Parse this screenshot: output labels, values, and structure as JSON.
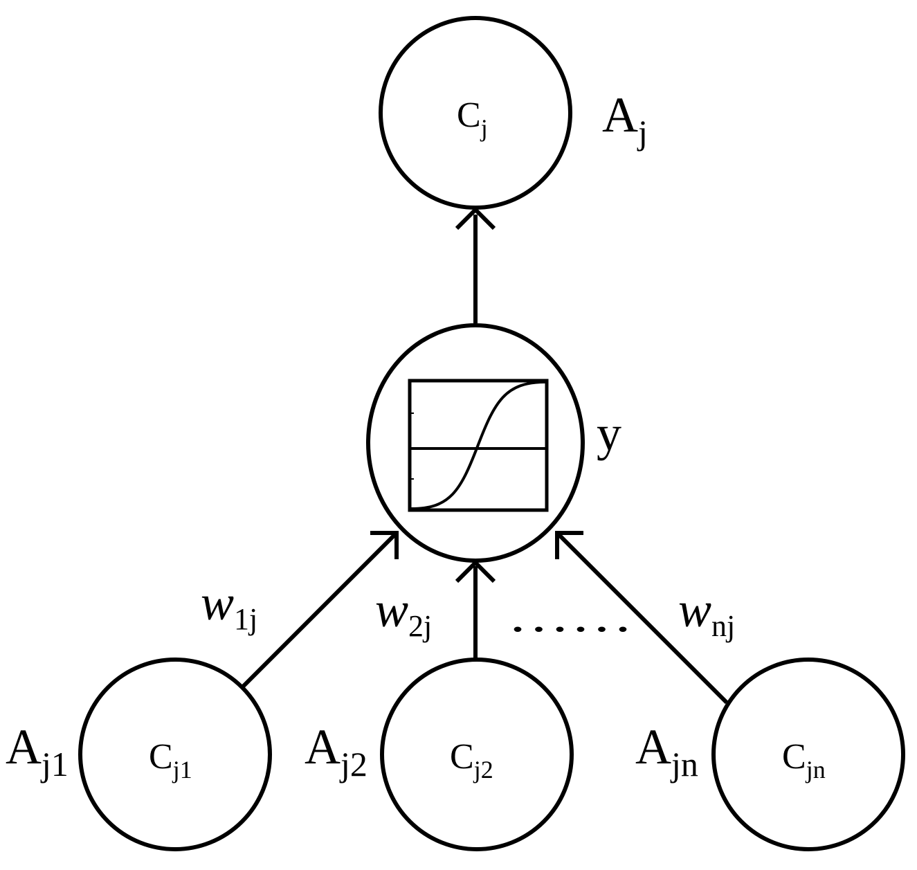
{
  "nodes": {
    "top": {
      "base": "C",
      "sub": "j",
      "outer_base": "A",
      "outer_sub": "j"
    },
    "n1": {
      "base": "C",
      "sub": "j1",
      "outer_base": "A",
      "outer_sub": "j1"
    },
    "n2": {
      "base": "C",
      "sub": "j2",
      "outer_base": "A",
      "outer_sub": "j2"
    },
    "nn": {
      "base": "C",
      "sub": "jn",
      "outer_base": "A",
      "outer_sub": "jn"
    }
  },
  "activation": {
    "label": "y",
    "function": "sigmoid"
  },
  "weights": {
    "w1": {
      "base": "w",
      "sub": "1j"
    },
    "w2": {
      "base": "w",
      "sub": "2j"
    },
    "wn": {
      "base": "w",
      "sub": "nj"
    }
  },
  "ellipsis": "……"
}
